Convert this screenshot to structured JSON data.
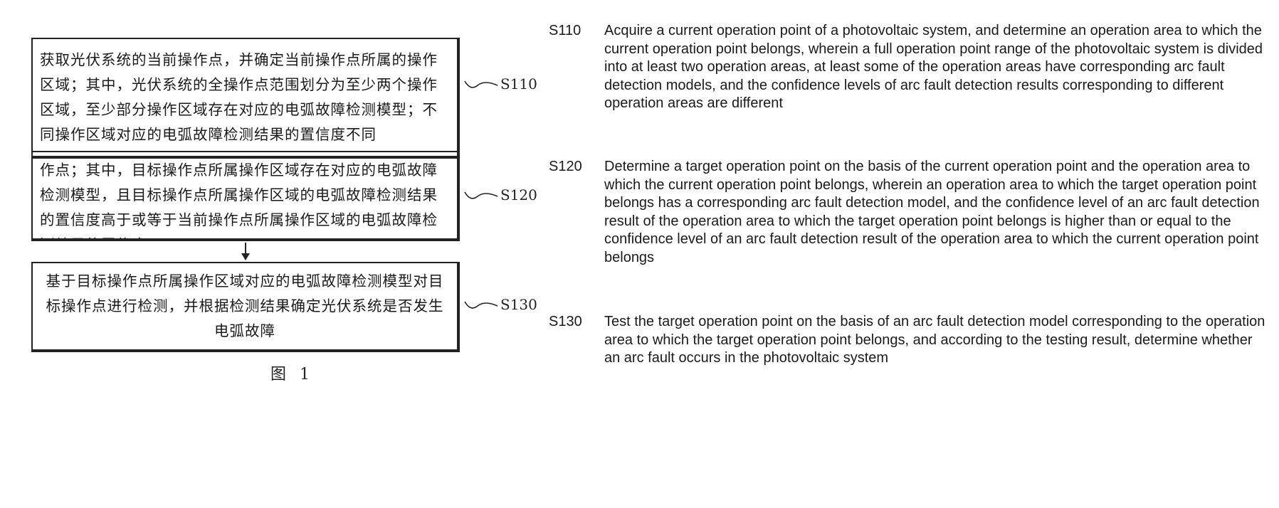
{
  "flowchart": {
    "steps": [
      {
        "id": "S110",
        "box_text": "获取光伏系统的当前操作点，并确定当前操作点所属的操作区域；其中，光伏系统的全操作点范围划分为至少两个操作区域，至少部分操作区域存在对应的电弧故障检测模型；不同操作区域对应的电弧故障检测结果的置信度不同"
      },
      {
        "id": "S120",
        "box_text": "根据当前操作点，以及当前操作点所属操作区域确定目标操作点；其中，目标操作点所属操作区域存在对应的电弧故障检测模型，且目标操作点所属操作区域的电弧故障检测结果的置信度高于或等于当前操作点所属操作区域的电弧故障检测结果的置信度"
      },
      {
        "id": "S130",
        "box_text": "基于目标操作点所属操作区域对应的电弧故障检测模型对目标操作点进行检测，并根据检测结果确定光伏系统是否发生电弧故障"
      }
    ],
    "caption": "图 1"
  },
  "descriptions": [
    {
      "id": "S110",
      "text": "Acquire a current operation point of a photovoltaic system, and determine an operation area to which the current operation point belongs, wherein a full operation point range of the photovoltaic system is divided into at least two operation areas, at least some of the operation areas have corresponding arc fault detection models, and the confidence levels of arc fault detection results corresponding to different operation areas are different"
    },
    {
      "id": "S120",
      "text": "Determine a target operation point on the basis of the current operation point and the operation area to which the current operation point belongs, wherein an operation area to which the target operation point belongs has a corresponding arc fault detection model, and the confidence level of an arc fault detection result of the operation area to which the target operation point belongs is higher than or equal to the confidence level of an arc fault detection result of the operation area to which the current operation point belongs"
    },
    {
      "id": "S130",
      "text": "Test the target operation point on the basis of an arc fault detection model corresponding to the operation area to which the target operation point belongs, and according to the testing result, determine whether an arc fault occurs in the photovoltaic system"
    }
  ],
  "colors": {
    "ink": "#1a1a1a",
    "background": "#ffffff"
  }
}
